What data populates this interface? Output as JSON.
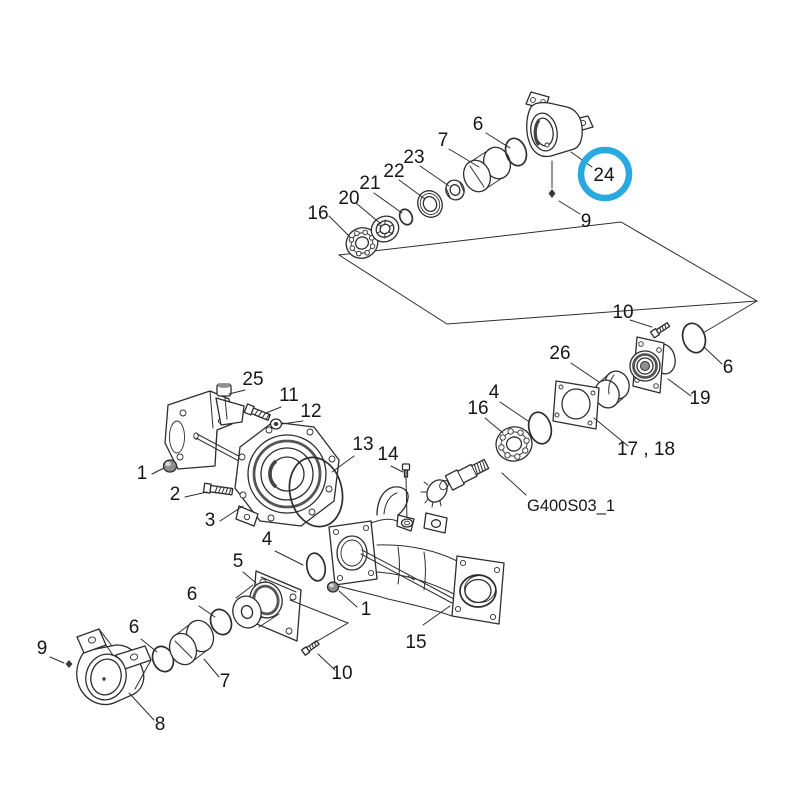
{
  "diagram": {
    "code_label": "G400S03_1",
    "highlight": {
      "circled_callout": "24",
      "color": "#2aa9e0"
    },
    "line_color": "#2d2d2d",
    "callouts": {
      "top_16": "16",
      "top_20": "20",
      "top_21": "21",
      "top_22": "22",
      "top_23": "23",
      "top_7": "7",
      "top_6": "6",
      "top_24": "24",
      "top_9": "9",
      "mid_10": "10",
      "mid_6": "6",
      "mid_19": "19",
      "mid_26": "26",
      "mid_17_18": "17 , 18",
      "mid_4": "4",
      "mid_16": "16",
      "left_25": "25",
      "left_11": "11",
      "left_12": "12",
      "left_1": "1",
      "left_2": "2",
      "left_3": "3",
      "left_13": "13",
      "left_14": "14",
      "bottom_4": "4",
      "bottom_5": "5",
      "bottom_6_right": "6",
      "bottom_6_left": "6",
      "bottom_7": "7",
      "bottom_8": "8",
      "bottom_9": "9",
      "bottom_1": "1",
      "bottom_10": "10",
      "bottom_15": "15"
    }
  }
}
